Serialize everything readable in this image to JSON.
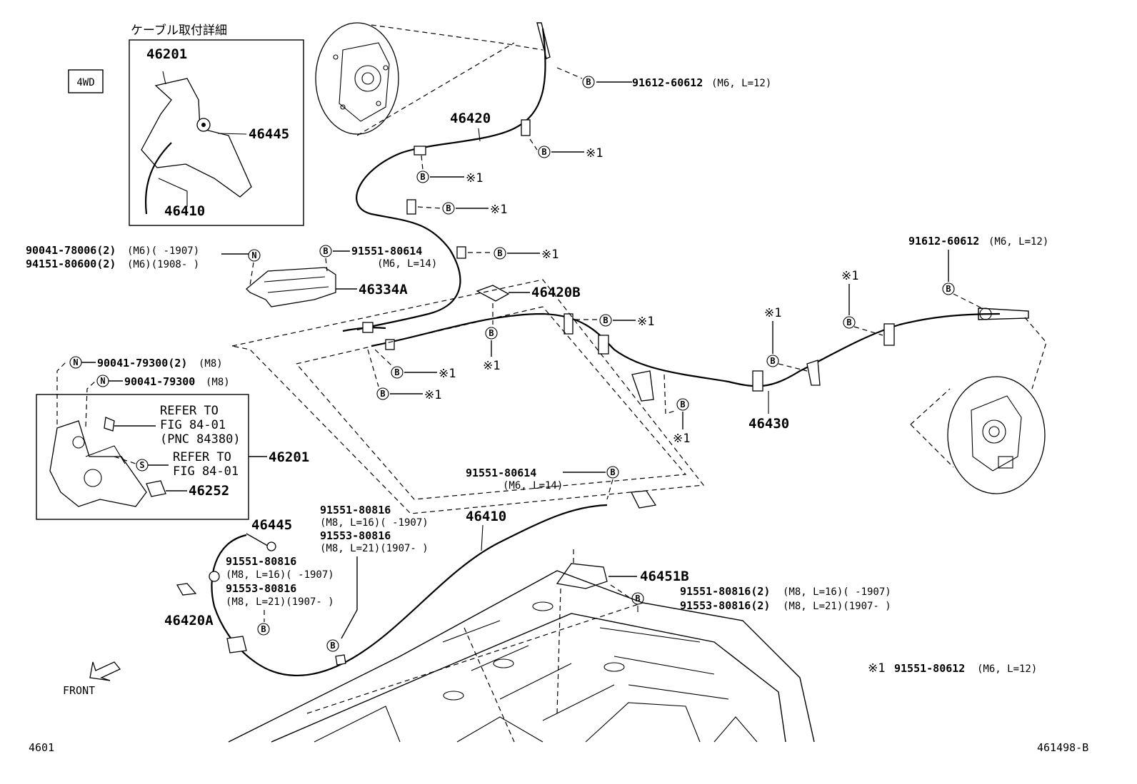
{
  "header": {
    "detail_title": "ケーブル取付詳細",
    "variant_badge": "4WD"
  },
  "inset_detail": {
    "p_46201": "46201",
    "p_46445": "46445",
    "p_46410": "46410"
  },
  "upper": {
    "p_46420": "46420",
    "bolt_top": "91612-60612",
    "bolt_top_spec": "(M6, L=12)",
    "note_x1": "※1",
    "nut_line1": "90041-78006(2)",
    "nut_line1_spec": "(M6)(      -1907)",
    "nut_line2": "94151-80600(2)",
    "nut_line2_spec": "(M6)(1908-       )",
    "bolt_mid": "91551-80614",
    "bolt_mid_spec": "(M6, L=14)",
    "p_46334A": "46334A",
    "p_46420B": "46420B",
    "bolt_right": "91612-60612",
    "bolt_right_spec": "(M6, L=12)",
    "p_46430": "46430"
  },
  "lever": {
    "nut_a": "90041-79300(2)",
    "nut_a_spec": "(M8)",
    "nut_b": "90041-79300",
    "nut_b_spec": "(M8)",
    "refer1_line1": "REFER TO",
    "refer1_line2": "FIG 84-01",
    "refer1_line3": "(PNC 84380)",
    "refer2_line1": "REFER TO",
    "refer2_line2": "FIG 84-01",
    "p_46201": "46201",
    "p_46252": "46252"
  },
  "lower": {
    "bolt_a": "91551-80614",
    "bolt_a_spec": "(M6, L=14)",
    "bolt_b": "91551-80816",
    "bolt_b_spec": "(M8, L=16)(      -1907)",
    "bolt_c": "91553-80816",
    "bolt_c_spec": "(M8, L=21)(1907-      )",
    "p_46410": "46410",
    "p_46445": "46445",
    "bolt_d": "91551-80816",
    "bolt_d_spec": "(M8, L=16)(      -1907)",
    "bolt_e": "91553-80816",
    "bolt_e_spec": "(M8, L=21)(1907-      )",
    "p_46420A": "46420A",
    "p_46451B": "46451B",
    "bolt_f": "91551-80816(2)",
    "bolt_f_spec": "(M8, L=16)(       -1907)",
    "bolt_g": "91553-80816(2)",
    "bolt_g_spec": "(M8, L=21)(1907-       )",
    "footnote_mark": "※1",
    "footnote_pn": "91551-80612",
    "footnote_spec": "(M6, L=12)"
  },
  "footer": {
    "direction": "FRONT",
    "page_code": "4601",
    "drawing_no": "461498-B"
  },
  "markers": {
    "B": "B",
    "N": "N",
    "S": "S"
  }
}
